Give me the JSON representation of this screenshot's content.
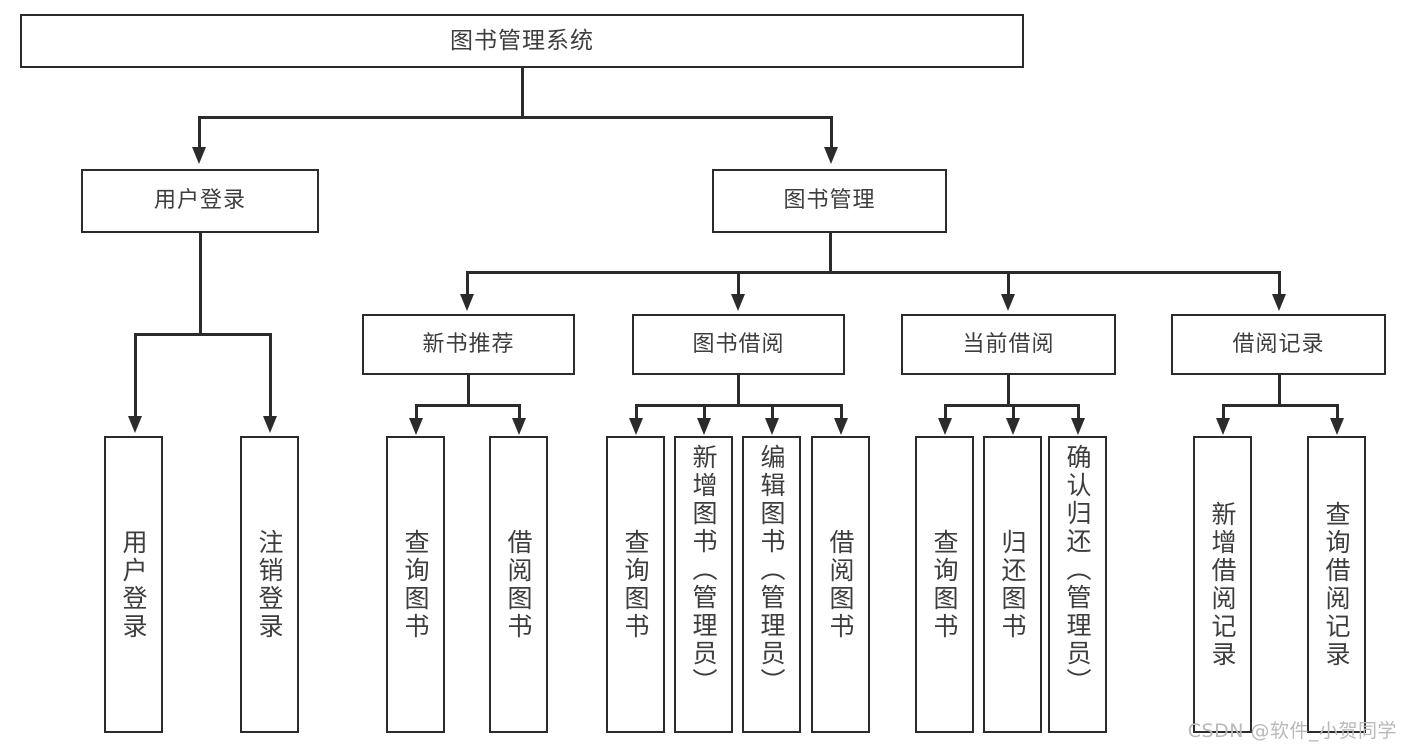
{
  "diagram": {
    "type": "tree",
    "title": "图书管理系统",
    "root": {
      "label": "图书管理系统"
    },
    "level2": [
      {
        "id": "user-login",
        "label": "用户登录"
      },
      {
        "id": "book-management",
        "label": "图书管理"
      }
    ],
    "level3": [
      {
        "id": "new-book-recommend",
        "label": "新书推荐",
        "parent": "book-management"
      },
      {
        "id": "book-borrow",
        "label": "图书借阅",
        "parent": "book-management"
      },
      {
        "id": "current-borrow",
        "label": "当前借阅",
        "parent": "book-management"
      },
      {
        "id": "borrow-record",
        "label": "借阅记录",
        "parent": "book-management"
      }
    ],
    "leaves": [
      {
        "id": "leaf-user-login",
        "label": "用户登录",
        "parent": "user-login"
      },
      {
        "id": "leaf-user-logout",
        "label": "注销登录",
        "parent": "user-login"
      },
      {
        "id": "leaf-query-book-1",
        "label": "查询图书",
        "parent": "new-book-recommend"
      },
      {
        "id": "leaf-borrow-book-1",
        "label": "借阅图书",
        "parent": "new-book-recommend"
      },
      {
        "id": "leaf-query-book-2",
        "label": "查询图书",
        "parent": "book-borrow"
      },
      {
        "id": "leaf-add-book",
        "label": "新增图书（管理员）",
        "parent": "book-borrow"
      },
      {
        "id": "leaf-edit-book",
        "label": "编辑图书（管理员）",
        "parent": "book-borrow"
      },
      {
        "id": "leaf-borrow-book-2",
        "label": "借阅图书",
        "parent": "book-borrow"
      },
      {
        "id": "leaf-query-book-3",
        "label": "查询图书",
        "parent": "current-borrow"
      },
      {
        "id": "leaf-return-book",
        "label": "归还图书",
        "parent": "current-borrow"
      },
      {
        "id": "leaf-confirm-return",
        "label": "确认归还（管理员）",
        "parent": "current-borrow"
      },
      {
        "id": "leaf-add-borrow-record",
        "label": "新增借阅记录",
        "parent": "borrow-record"
      },
      {
        "id": "leaf-query-borrow-record",
        "label": "查询借阅记录",
        "parent": "borrow-record"
      }
    ],
    "colors": {
      "stroke": "#2b2b2b",
      "text": "#3d3d3d",
      "background": "#ffffff",
      "watermark": "#b9b9b9"
    }
  },
  "watermark": {
    "text": "CSDN @软件_小贺同学"
  }
}
